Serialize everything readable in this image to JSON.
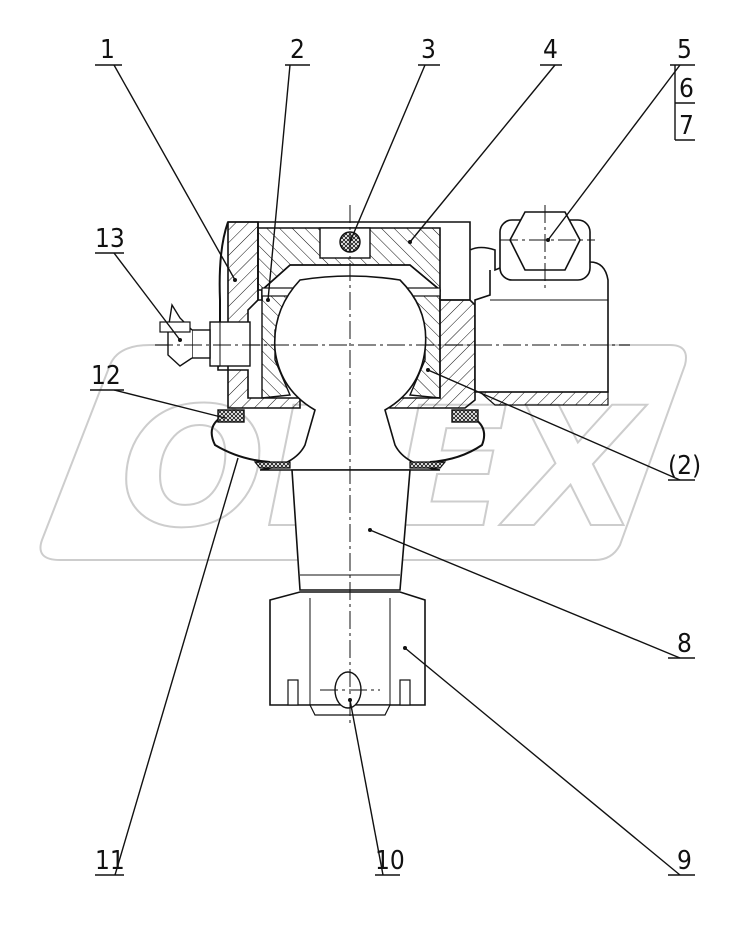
{
  "diagram": {
    "part_labels": {
      "p1": "1",
      "p2": "2",
      "p3": "3",
      "p4": "4",
      "p5": "5",
      "p6": "6",
      "p7": "7",
      "p8": "8",
      "p9": "9",
      "p10": "10",
      "p11": "11",
      "p12": "12",
      "p13": "13",
      "p2b": "(2)"
    },
    "watermark": "OPEX",
    "colors": {
      "line": "#111111",
      "watermark": "#c8c8c8",
      "background": "#ffffff"
    }
  }
}
